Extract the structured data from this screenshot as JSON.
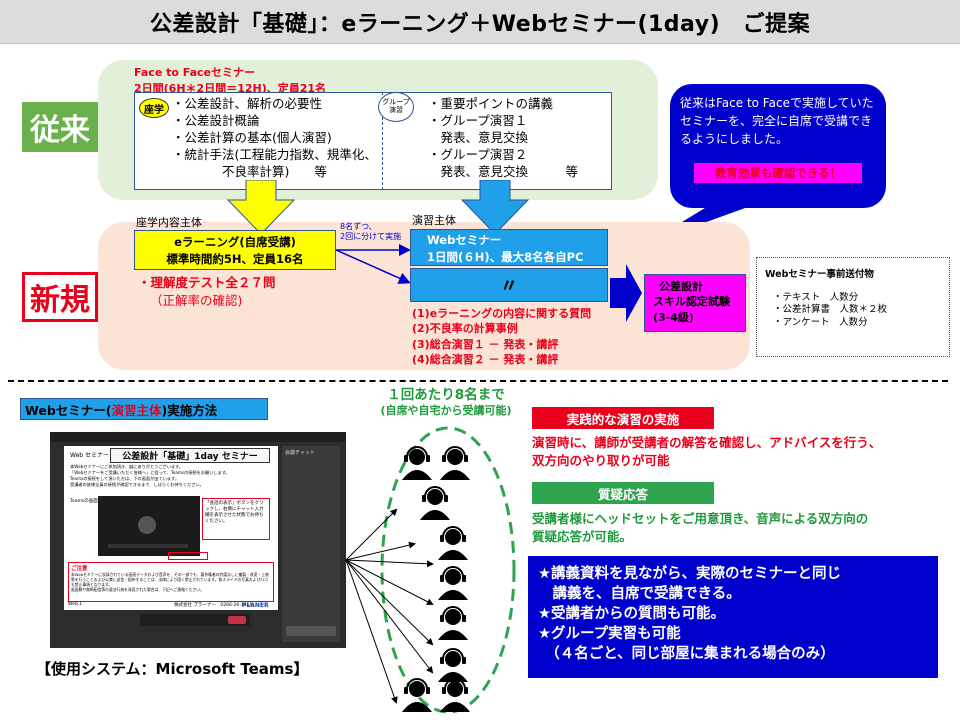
{
  "title": "公差設計「基礎」：eラーニング＋Webセミナー(1day)　ご提案",
  "labels": {
    "old": "従来",
    "new": "新規"
  },
  "old_block": {
    "header_line1": "Face to Faceセミナー",
    "header_line2": "2日間(6H＊2日間＝12H)、定員21名",
    "lecture_badge": "座学",
    "lecture_items": [
      "・公差設計、解析の必要性",
      "・公差設計概論",
      "・公差計算の基本(個人演習)",
      "・統計手法(工程能力指数、規準化、",
      "　　　　不良率計算)　　等"
    ],
    "group_badge": "グループ演習",
    "group_items": [
      "・重要ポイントの講義",
      "・グループ演習１",
      "　発表、意見交換",
      "・グループ演習２",
      "　発表、意見交換　　　等"
    ]
  },
  "callout": {
    "text": "従来はFace to Faceで実施していたセミナーを、完全に自席で受講できるようにしました。",
    "badge": "教育効果も確認できる！"
  },
  "new_block": {
    "lecture_title": "座学内容主体",
    "exercise_title": "演習主体",
    "split_note_line1": "8名ずつ、",
    "split_note_line2": "2回に分けて実施",
    "elearning_line1": "eラーニング(自席受講)",
    "elearning_line2": "標準時間約5H、定員16名",
    "test_line1": "・理解度テスト全２７問",
    "test_line2": "（正解率の確認)",
    "webseminar_line1": "Webセミナー",
    "webseminar_line2": "1日間(６H)、最大8名各自PC",
    "ditto": "〃",
    "seminar_items": [
      "(1)eラーニングの内容に関する質問",
      "(2)不良率の計算事例",
      "(3)総合演習１ － 発表・講評",
      "(4)総合演習２ － 発表・講評"
    ],
    "exam_line1": "公差設計",
    "exam_line2": "スキル認定試験",
    "exam_line3": "(3-4級)"
  },
  "attachments": {
    "title": "Webセミナー事前送付物",
    "items": [
      "・テキスト　人数分",
      "・公差計算書　人数＊２枚",
      "・アンケート　人数分"
    ]
  },
  "method": {
    "title_pre": "Webセミナー(",
    "title_emph": "演習主体",
    "title_post": ")実施方法",
    "system_label": "【使用システム：Microsoft Teams】",
    "per_session_line1": "１回あたり8名まで",
    "per_session_line2": "(自席や自宅から受講可能)",
    "practice_badge": "実践的な演習の実施",
    "practice_text_line1": "演習時に、講師が受講者の解答を確認し、アドバイスを行う、",
    "practice_text_line2": "双方向のやり取りが可能",
    "qa_badge": "質疑応答",
    "qa_text_line1": "受講者様にヘッドセットをご用意頂き、音声による双方向の",
    "qa_text_line2": "質疑応答が可能。",
    "features": [
      "★講義資料を見ながら、実際のセミナーと同じ",
      "　講義を、自席で受講できる。",
      "★受講者からの質問も可能。",
      "★グループ実習も可能",
      "　（４名ごと、同じ部屋に集まれる場合のみ）"
    ]
  },
  "screenshot": {
    "doc_title": "公差設計「基礎」1day セミナー",
    "doc_brand": "Web セミナー",
    "doc_lines": [
      "本Webセミナーにご参加頂き、誠にありがとうございます。",
      "「Webセミナーをご受講いただく皆様へ」に従って、Teamsの接続をお願いします。",
      "Teamsの接続をして頂いた方は、下の画面が出ています。",
      "受講者の皆様全員の接続が確認できるまで、しばらくお待ちください。"
    ],
    "notice_title": "ご注意",
    "notice_text": "本Webセミナーに収録されている画面データおよび音声を、その一部でも、著作権者の許諾なしに複製・改変・上映等を行うことおよび公衆に送信・配布することは、法律により固く禁止されています。各スライドの写真およびロゴも禁止事項となります。",
    "notice_text2": "画面数や無断配信等の違法行為を発見された場合は、下記へご連絡ください。",
    "company": "株式会社 プラーナー　0266-26-1456",
    "logo": "PLANER",
    "callout_text": "「会話の表示」ボタンをクリックし、右側にチャット入力欄を表示させた状態でお待ちください。",
    "chat_title": "会議チャット",
    "teams_label": "Teamsの画面",
    "footer_label": "Web.1"
  },
  "colors": {
    "accent_blue": "#0d6cd9",
    "navy": "#0000cc",
    "magenta": "#ff00ff",
    "yellow": "#ffff00",
    "red": "#e8001c",
    "green": "#4caf50",
    "cyan": "#1fa0e8"
  }
}
